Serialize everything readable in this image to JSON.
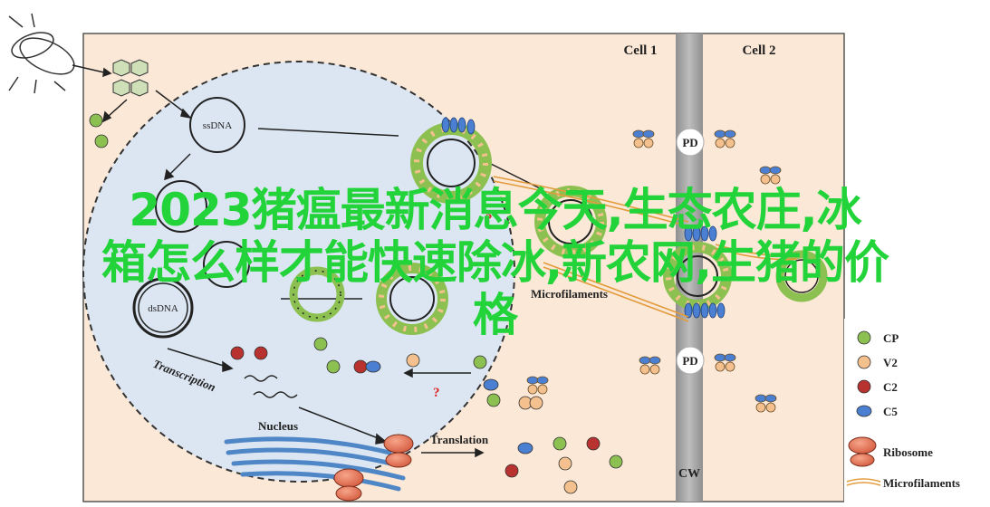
{
  "diagram": {
    "labels": {
      "cell1": "Cell 1",
      "cell2": "Cell 2",
      "pd": "PD",
      "cw": "CW",
      "ssdna": "ssDNA",
      "dsdna": "dsDNA",
      "nucleus": "Nucleus",
      "transcription": "Transcription",
      "translation": "Translation",
      "microfilaments": "Microfilaments",
      "question": "?"
    },
    "legend": [
      {
        "label": "CP",
        "color": "#8cc152"
      },
      {
        "label": "V2",
        "color": "#f4c08e"
      },
      {
        "label": "C2",
        "color": "#b8322f"
      },
      {
        "label": "C5",
        "color": "#4a7fd1"
      },
      {
        "label": "Ribosome",
        "color": "#e4765a"
      },
      {
        "label": "Microfilaments",
        "color": "#e39b3c"
      }
    ],
    "colors": {
      "cytoplasm": "#fbe8d6",
      "nucleus": "#dce6f2",
      "cell_wall": "#a6a6a6",
      "er": "#6fa2d9"
    }
  },
  "overlay": {
    "line1": "2023猪瘟最新消息今天,生态农庄,冰",
    "line2": "箱怎么样才能快速除冰,新农网,生猪的价",
    "line3": "格"
  }
}
